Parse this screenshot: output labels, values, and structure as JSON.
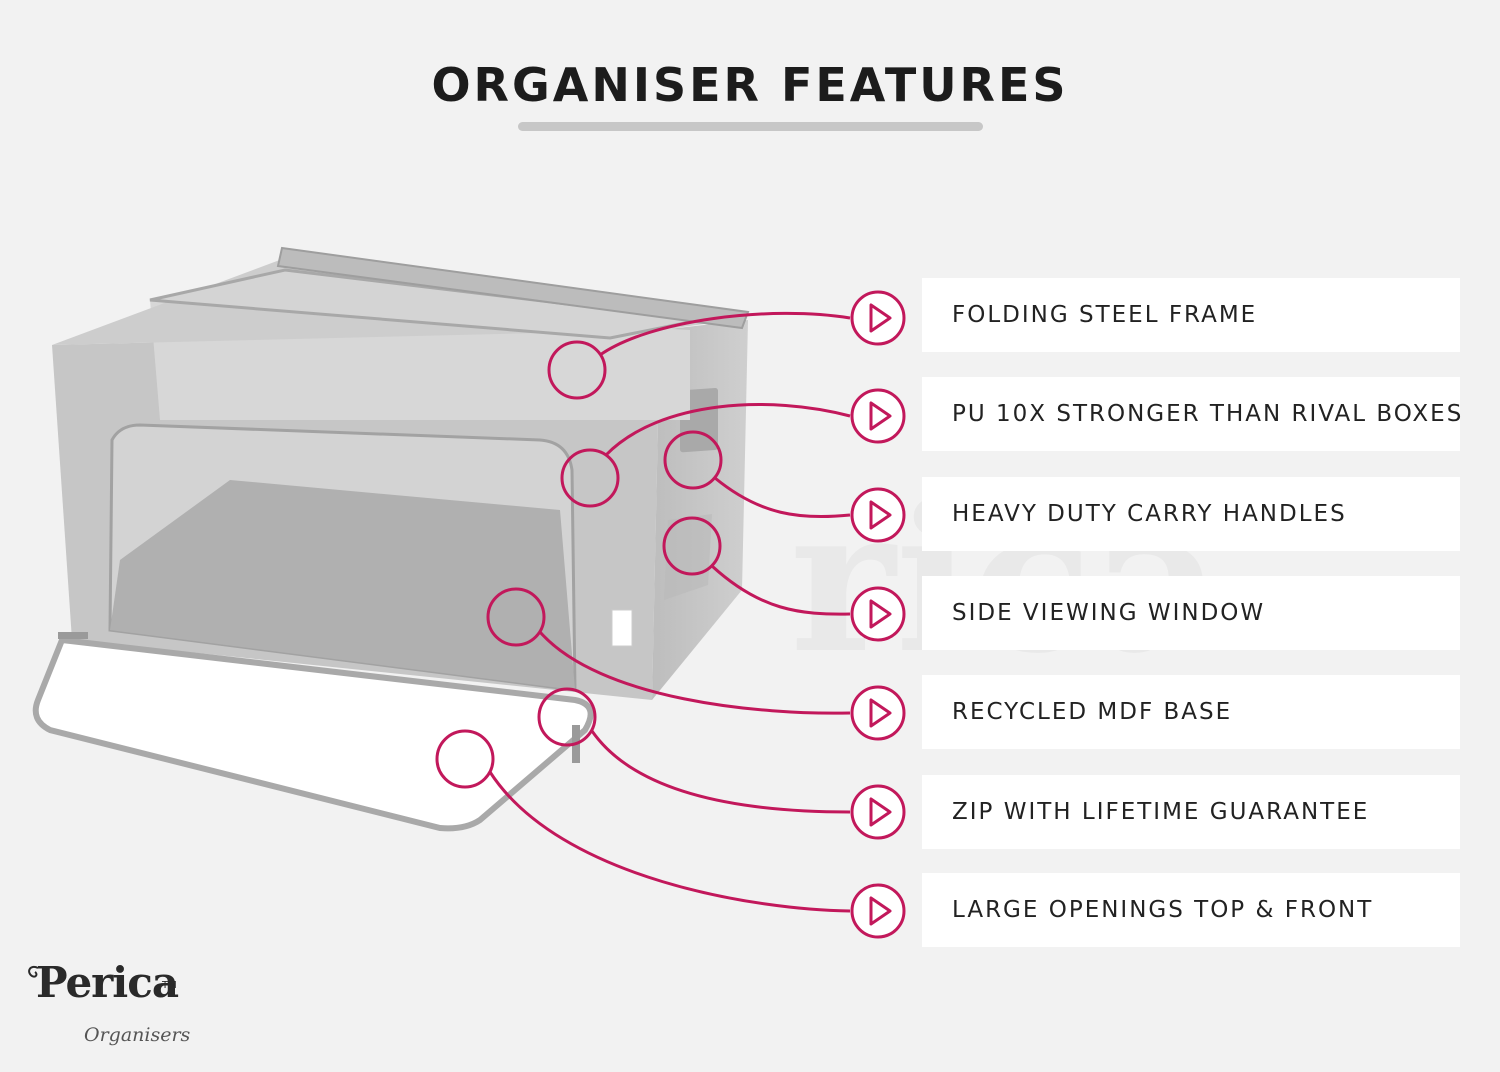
{
  "header": {
    "title": "ORGANISER FEATURES"
  },
  "features": [
    {
      "label": "FOLDING STEEL FRAME"
    },
    {
      "label": "PU 10X STRONGER THAN RIVAL BOXES"
    },
    {
      "label": "HEAVY DUTY CARRY HANDLES"
    },
    {
      "label": "SIDE VIEWING WINDOW"
    },
    {
      "label": "RECYCLED MDF BASE"
    },
    {
      "label": "ZIP WITH LIFETIME GUARANTEE"
    },
    {
      "label": "LARGE OPENINGS TOP & FRONT"
    }
  ],
  "brand": {
    "name": "Perica",
    "trademark": "TM",
    "subtitle": "Organisers"
  },
  "colors": {
    "accent": "#c2185b",
    "box_fabric": "#c9c9c9",
    "background": "#f2f2f2"
  },
  "icons": {
    "callout": "play-triangle-in-circle",
    "hotspot": "circle"
  }
}
